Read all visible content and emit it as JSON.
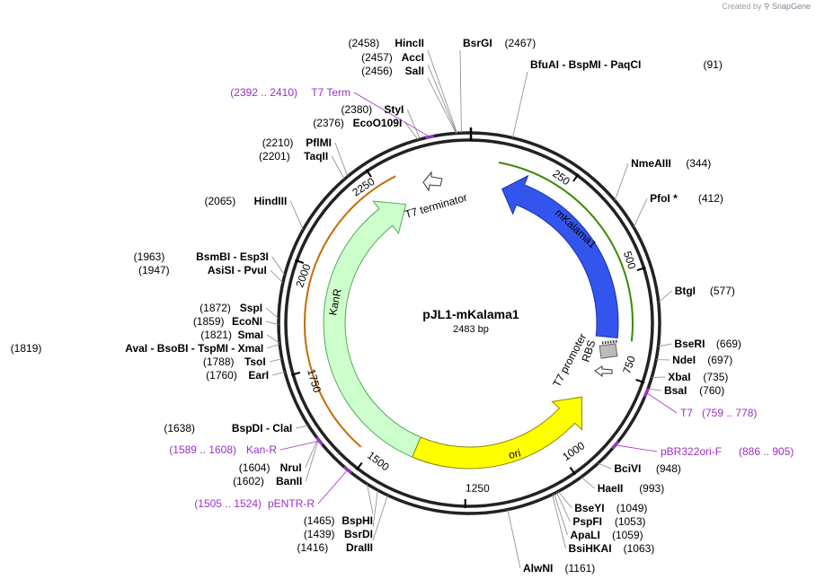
{
  "watermark": {
    "prefix": "Created by",
    "brand": "SnapGene"
  },
  "plasmid": {
    "name": "pJL1-mKalama1",
    "length_label": "2483 bp",
    "length": 2483
  },
  "ticks": [
    "250",
    "500",
    "750",
    "1000",
    "1250",
    "1500",
    "1750",
    "2000",
    "2250"
  ],
  "sites": [
    {
      "name": "HincII",
      "pos": "(2458)",
      "bp": 2458,
      "side": "left"
    },
    {
      "name": "AccI",
      "pos": "(2457)",
      "bp": 2457,
      "side": "left"
    },
    {
      "name": "SalI",
      "pos": "(2456)",
      "bp": 2456,
      "side": "left"
    },
    {
      "name": "BsrGI",
      "pos": "(2467)",
      "bp": 2467,
      "side": "right"
    },
    {
      "name": "BfuAI  -  BspMI  -  PaqCI",
      "pos": "(91)",
      "bp": 91,
      "side": "right"
    },
    {
      "name": "NmeAIII",
      "pos": "(344)",
      "bp": 344,
      "side": "right"
    },
    {
      "name": "PfoI *",
      "pos": "(412)",
      "bp": 412,
      "side": "right"
    },
    {
      "name": "BtgI",
      "pos": "(577)",
      "bp": 577,
      "side": "right"
    },
    {
      "name": "BseRI",
      "pos": "(669)",
      "bp": 669,
      "side": "right"
    },
    {
      "name": "NdeI",
      "pos": "(697)",
      "bp": 697,
      "side": "right"
    },
    {
      "name": "XbaI",
      "pos": "(735)",
      "bp": 735,
      "side": "right"
    },
    {
      "name": "BsaI",
      "pos": "(760)",
      "bp": 760,
      "side": "right"
    },
    {
      "name": "BciVI",
      "pos": "(948)",
      "bp": 948,
      "side": "right"
    },
    {
      "name": "HaeII",
      "pos": "(993)",
      "bp": 993,
      "side": "right"
    },
    {
      "name": "BseYI",
      "pos": "(1049)",
      "bp": 1049,
      "side": "right"
    },
    {
      "name": "PspFI",
      "pos": "(1053)",
      "bp": 1053,
      "side": "right"
    },
    {
      "name": "ApaLI",
      "pos": "(1059)",
      "bp": 1059,
      "side": "right"
    },
    {
      "name": "BsiHKAI",
      "pos": "(1063)",
      "bp": 1063,
      "side": "right"
    },
    {
      "name": "AlwNI",
      "pos": "(1161)",
      "bp": 1161,
      "side": "right"
    },
    {
      "name": "DraIII",
      "pos": "(1416)",
      "bp": 1416,
      "side": "left"
    },
    {
      "name": "BsrDI",
      "pos": "(1439)",
      "bp": 1439,
      "side": "left"
    },
    {
      "name": "BspHI",
      "pos": "(1465)",
      "bp": 1465,
      "side": "left"
    },
    {
      "name": "BanII",
      "pos": "(1602)",
      "bp": 1602,
      "side": "left"
    },
    {
      "name": "NruI",
      "pos": "(1604)",
      "bp": 1604,
      "side": "left"
    },
    {
      "name": "BspDI  -  ClaI",
      "pos": "(1638)",
      "bp": 1638,
      "side": "left"
    },
    {
      "name": "EarI",
      "pos": "(1760)",
      "bp": 1760,
      "side": "left"
    },
    {
      "name": "TsoI",
      "pos": "(1788)",
      "bp": 1788,
      "side": "left"
    },
    {
      "name": "AvaI  -  BsoBI  -  TspMI  -  XmaI",
      "pos": "(1819)",
      "bp": 1819,
      "side": "left"
    },
    {
      "name": "SmaI",
      "pos": "(1821)",
      "bp": 1821,
      "side": "left"
    },
    {
      "name": "EcoNI",
      "pos": "(1859)",
      "bp": 1859,
      "side": "left"
    },
    {
      "name": "SspI",
      "pos": "(1872)",
      "bp": 1872,
      "side": "left"
    },
    {
      "name": "AsiSI  -  PvuI",
      "pos": "(1947)",
      "bp": 1947,
      "side": "left"
    },
    {
      "name": "BsmBI  -  Esp3I",
      "pos": "(1963)",
      "bp": 1963,
      "side": "left"
    },
    {
      "name": "HindIII",
      "pos": "(2065)",
      "bp": 2065,
      "side": "left"
    },
    {
      "name": "TaqII",
      "pos": "(2201)",
      "bp": 2201,
      "side": "left"
    },
    {
      "name": "PflMI",
      "pos": "(2210)",
      "bp": 2210,
      "side": "left"
    },
    {
      "name": "EcoO109I",
      "pos": "(2376)",
      "bp": 2376,
      "side": "left"
    },
    {
      "name": "StyI",
      "pos": "(2380)",
      "bp": 2380,
      "side": "left"
    }
  ],
  "primers": [
    {
      "name": "T7 Term",
      "range": "(2392 .. 2410)",
      "start": 2392,
      "end": 2410,
      "side": "left"
    },
    {
      "name": "T7",
      "range": "(759 .. 778)",
      "start": 759,
      "end": 778,
      "side": "right"
    },
    {
      "name": "pBR322ori-F",
      "range": "(886 .. 905)",
      "start": 886,
      "end": 905,
      "side": "right"
    },
    {
      "name": "Kan-R",
      "range": "(1589 .. 1608)",
      "start": 1589,
      "end": 1608,
      "side": "left"
    },
    {
      "name": "pENTR-R",
      "range": "(1505 .. 1524)",
      "start": 1505,
      "end": 1524,
      "side": "left"
    }
  ],
  "features": [
    {
      "name": "mKalama1",
      "color": "#3355ee"
    },
    {
      "name": "KanR",
      "color": "#ccffcc"
    },
    {
      "name": "ori",
      "color": "#ffff00"
    },
    {
      "name": "T7 terminator",
      "color": "#ffffff"
    },
    {
      "name": "T7 promoter",
      "color": "#ffffff"
    },
    {
      "name": "RBS",
      "color": "#bbbbbb"
    }
  ],
  "colors": {
    "primer": "#9b30c8",
    "backbone": "#222222",
    "green_line": "#3a8a00",
    "orange_line": "#c46c00"
  }
}
